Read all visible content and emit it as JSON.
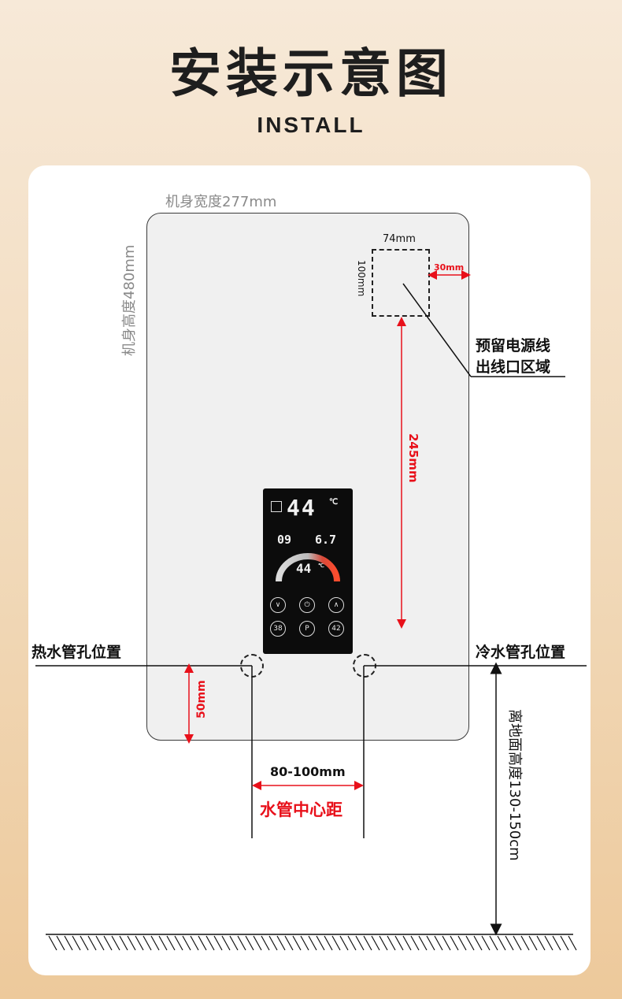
{
  "header": {
    "title": "安装示意图",
    "subtitle": "INSTALL"
  },
  "dimensions": {
    "width_label": "机身宽度277mm",
    "height_label": "机身高度480mm",
    "box_width_label": "74mm",
    "box_height_label": "100mm",
    "box_edge_offset_label": "30mm",
    "box_to_panel_label": "245mm",
    "hole_to_bottom_label": "50mm",
    "pipe_spacing_label": "80-100mm",
    "floor_height_label": "离地面高度130-150cm"
  },
  "callouts": {
    "power_outlet_line1": "预留电源线",
    "power_outlet_line2": "出线口区域",
    "hot_pipe": "热水管孔位置",
    "cold_pipe": "冷水管孔位置",
    "pipe_center_distance": "水管中心距"
  },
  "control_panel": {
    "main_temp": "44",
    "main_unit": "℃",
    "left_value": "09",
    "right_value": "6.7",
    "gauge_temp": "44",
    "gauge_unit": "℃",
    "buttons": [
      "∨",
      "⏻",
      "∧",
      "38",
      "P",
      "42"
    ]
  },
  "colors": {
    "accent_red": "#e8101a",
    "background_top": "#f7e9d8",
    "background_bottom": "#edc99b"
  }
}
